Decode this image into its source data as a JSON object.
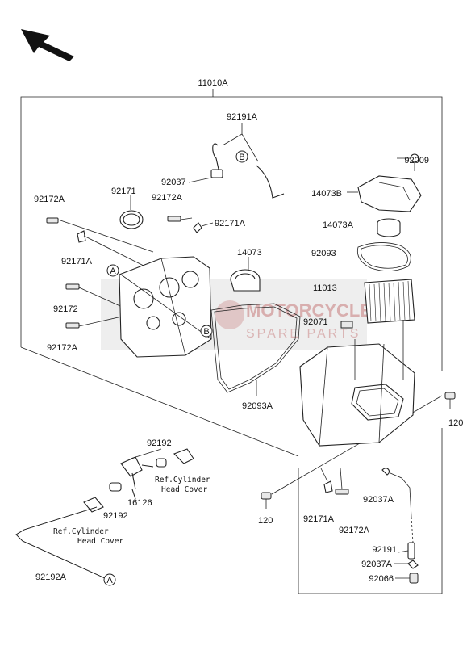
{
  "labels": {
    "assembly": "11010A",
    "p92191A": "92191A",
    "p92009": "92009",
    "p92037": "92037",
    "p14073B": "14073B",
    "p92172A_1": "92172A",
    "p92171": "92171",
    "p92172A_2": "92172A",
    "p92171A_1": "92171A",
    "p14073A": "14073A",
    "p92171A_2": "92171A",
    "p14073": "14073",
    "p92093": "92093",
    "p11013": "11013",
    "p92172": "92172",
    "p92071": "92071",
    "p92172A_3": "92172A",
    "p92093A": "92093A",
    "p120_r": "120",
    "p92192_1": "92192",
    "p16126": "16126",
    "p92192_2": "92192",
    "p92037A_1": "92037A",
    "p120_b": "120",
    "p92171A_3": "92171A",
    "p92172A_4": "92172A",
    "p92191": "92191",
    "p92037A_2": "92037A",
    "p92066": "92066",
    "p92192A": "92192A"
  },
  "refs": {
    "ref1_line1": "Ref.Cylinder",
    "ref1_line2": "Head Cover",
    "ref2_line1": "Ref.Cylinder",
    "ref2_line2": "Head Cover"
  },
  "markers": {
    "A": "A",
    "B": "B"
  },
  "watermark": {
    "main": "MOTORCYCLE",
    "sub": "SPARE PARTS"
  },
  "icons": [
    "direction-arrow-icon"
  ]
}
